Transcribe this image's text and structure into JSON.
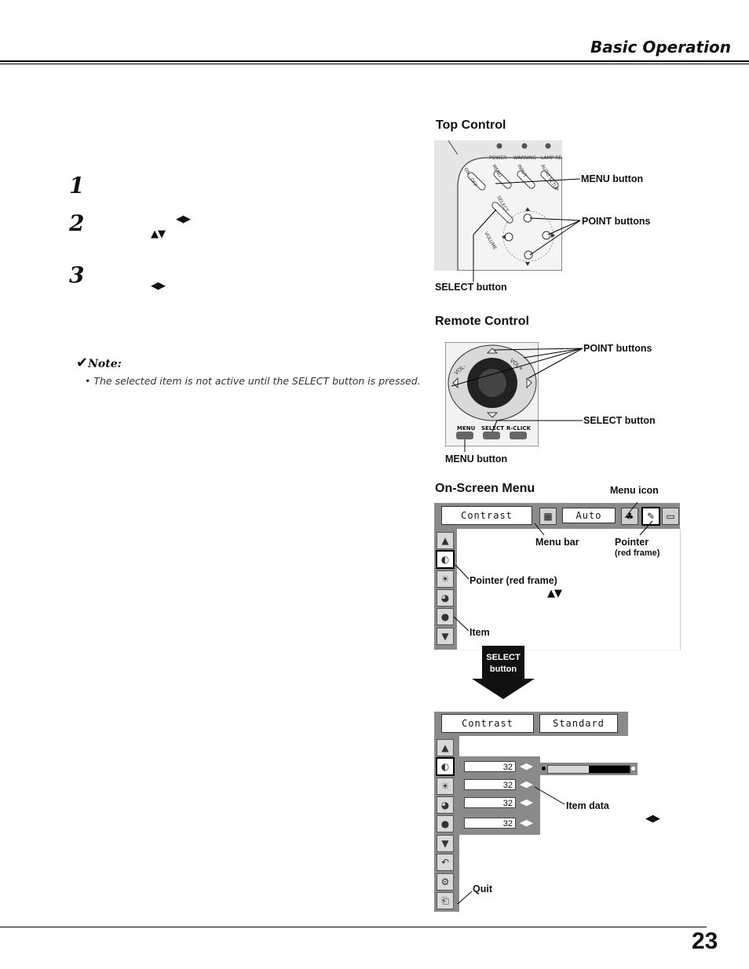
{
  "header": {
    "section_title": "Basic Operation"
  },
  "steps": [
    {
      "number": "1",
      "arrows": ""
    },
    {
      "number": "2",
      "arrows_lr": "◀▶",
      "arrows_ud": "▲▼"
    },
    {
      "number": "3",
      "arrows_lr": "◀▶"
    }
  ],
  "note": {
    "title": "Note:",
    "text": "• The selected item is not active until the SELECT button is pressed."
  },
  "top_control": {
    "title": "Top Control",
    "indicators": [
      "POWER",
      "WARNING",
      "LAMP REP"
    ],
    "buttons_on_panel": [
      "ON - OFF",
      "MENU",
      "INPUT",
      "AUTO SETUP",
      "SELECT",
      "VOLUME"
    ],
    "label_menu": "MENU button",
    "label_point": "POINT buttons",
    "label_select": "SELECT button"
  },
  "remote_control": {
    "title": "Remote Control",
    "panel_text": [
      "MENU",
      "SELECT",
      "R-CLICK",
      "VOL-",
      "VOL+"
    ],
    "label_point": "POINT buttons",
    "label_select": "SELECT button",
    "label_menu": "MENU button"
  },
  "onscreen_menu": {
    "title": "On-Screen Menu",
    "bar_left": "Contrast",
    "bar_right": "Auto",
    "label_menu_icon": "Menu icon",
    "label_menu_bar": "Menu bar",
    "label_pointer": "Pointer",
    "label_pointer_sub": "(red frame)",
    "label_pointer_red": "Pointer (red frame)",
    "arrows_ud": "▲▼",
    "label_item": "Item",
    "select_button_line1": "SELECT",
    "select_button_line2": "button"
  },
  "sub_menu": {
    "bar_left": "Contrast",
    "bar_right": "Standard",
    "values": [
      "32",
      "32",
      "32",
      "32"
    ],
    "label_item_data": "Item data",
    "arrows_lr": "◀▶",
    "label_quit": "Quit"
  },
  "footer": {
    "page_number": "23"
  },
  "colors": {
    "panel_gray": "#8a8a8a",
    "rule": "#000000"
  }
}
